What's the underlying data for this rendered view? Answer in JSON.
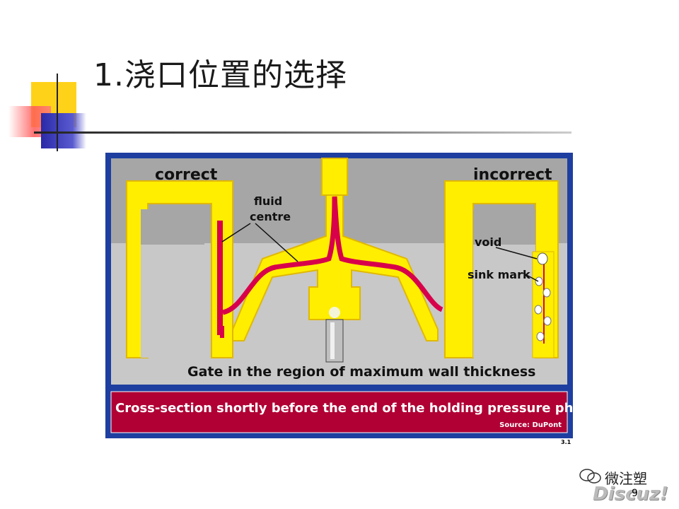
{
  "title": "1.浇口位置的选择",
  "diagram": {
    "label_correct": "correct",
    "label_incorrect": "incorrect",
    "label_fluid_1": "fluid",
    "label_fluid_2": "centre",
    "label_void": "void",
    "label_sink_mark": "sink mark",
    "caption_gate": "Gate in the region of maximum wall thickness",
    "banner": "Cross-section shortly before the end of the holding pressure phase",
    "source": "Source: DuPont",
    "colors": {
      "frame": "#1e3fa0",
      "mold": "#a6a6a6",
      "melt": "#ffee00",
      "core": "#d8004a",
      "banner": "#b00034"
    }
  },
  "figure_number": "3.1",
  "watermark": {
    "wechat": "微注塑",
    "discuz": "Discuz!",
    "icon": "wechat-icon"
  },
  "page_number": "9"
}
